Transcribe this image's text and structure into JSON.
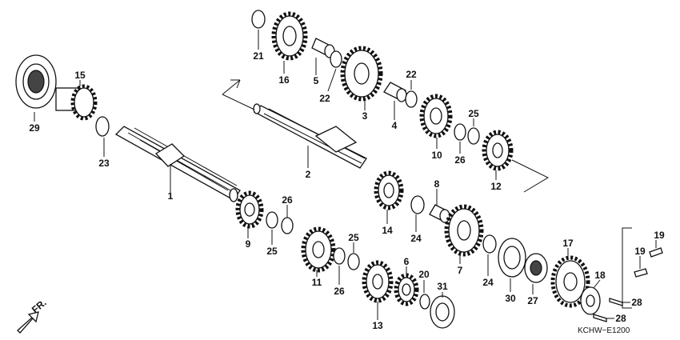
{
  "diagram": {
    "diagram_code": "KCHW−E1200",
    "direction_marker": "FR.",
    "callouts": [
      {
        "id": "c1",
        "text": "1"
      },
      {
        "id": "c2",
        "text": "2"
      },
      {
        "id": "c3",
        "text": "3"
      },
      {
        "id": "c4",
        "text": "4"
      },
      {
        "id": "c5",
        "text": "5"
      },
      {
        "id": "c6",
        "text": "6"
      },
      {
        "id": "c7",
        "text": "7"
      },
      {
        "id": "c8",
        "text": "8"
      },
      {
        "id": "c9",
        "text": "9"
      },
      {
        "id": "c10",
        "text": "10"
      },
      {
        "id": "c11",
        "text": "11"
      },
      {
        "id": "c12",
        "text": "12"
      },
      {
        "id": "c13",
        "text": "13"
      },
      {
        "id": "c14",
        "text": "14"
      },
      {
        "id": "c15",
        "text": "15"
      },
      {
        "id": "c16",
        "text": "16"
      },
      {
        "id": "c17",
        "text": "17"
      },
      {
        "id": "c18",
        "text": "18"
      },
      {
        "id": "c19a",
        "text": "19"
      },
      {
        "id": "c19b",
        "text": "19"
      },
      {
        "id": "c20",
        "text": "20"
      },
      {
        "id": "c21",
        "text": "21"
      },
      {
        "id": "c22a",
        "text": "22"
      },
      {
        "id": "c22b",
        "text": "22"
      },
      {
        "id": "c23",
        "text": "23"
      },
      {
        "id": "c24a",
        "text": "24"
      },
      {
        "id": "c24b",
        "text": "24"
      },
      {
        "id": "c25a",
        "text": "25"
      },
      {
        "id": "c25b",
        "text": "25"
      },
      {
        "id": "c25c",
        "text": "25"
      },
      {
        "id": "c26a",
        "text": "26"
      },
      {
        "id": "c26b",
        "text": "26"
      },
      {
        "id": "c26c",
        "text": "26"
      },
      {
        "id": "c27",
        "text": "27"
      },
      {
        "id": "c28a",
        "text": "28"
      },
      {
        "id": "c28b",
        "text": "28"
      },
      {
        "id": "c29",
        "text": "29"
      },
      {
        "id": "c30",
        "text": "30"
      },
      {
        "id": "c31",
        "text": "31"
      }
    ]
  }
}
